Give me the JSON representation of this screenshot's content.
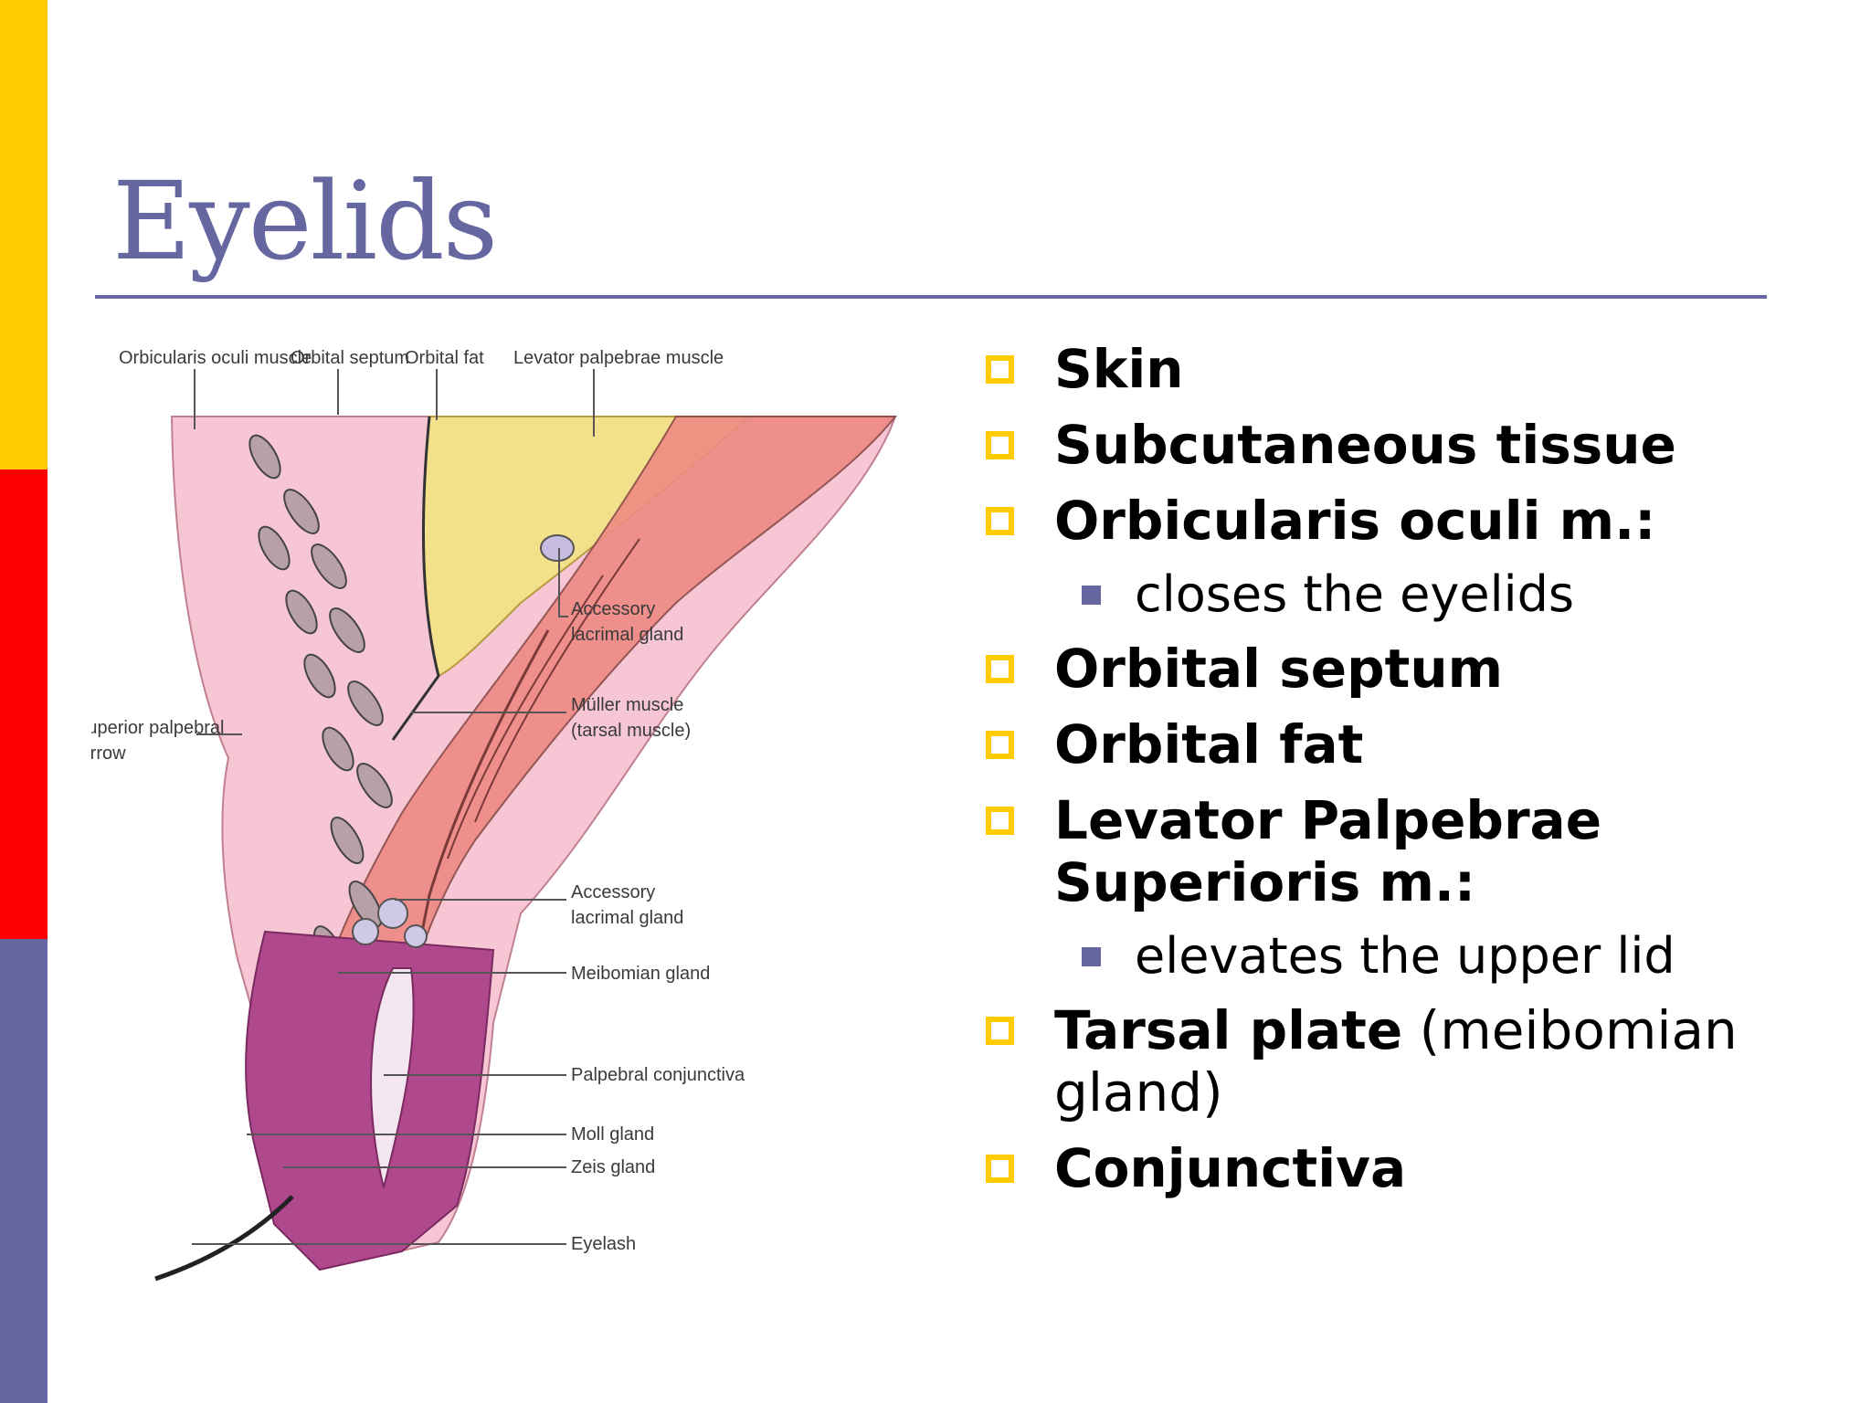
{
  "slide": {
    "title": "Eyelids",
    "accent_colors": {
      "yellow": "#FFCC00",
      "red": "#FF0000",
      "blue": "#6666A0"
    }
  },
  "diagram": {
    "labels": {
      "orbicularis": "Orbicularis oculi muscle",
      "septum": "Orbital septum",
      "fat": "Orbital fat",
      "levator": "Levator palpebrae muscle",
      "acc_lacrimal_1a": "Accessory",
      "acc_lacrimal_1b": "lacrimal gland",
      "muller_a": "Müller muscle",
      "muller_b": "(tarsal muscle)",
      "furrow_a": "Superior palpebral",
      "furrow_b": "furrow",
      "acc_lacrimal_2a": "Accessory",
      "acc_lacrimal_2b": "lacrimal gland",
      "meibomian": "Meibomian gland",
      "conjunctiva": "Palpebral conjunctiva",
      "moll": "Moll gland",
      "zeis": "Zeis gland",
      "eyelash": "Eyelash"
    }
  },
  "bullets": [
    {
      "bold": "Skin",
      "rest": ""
    },
    {
      "bold": "Subcutaneous tissue",
      "rest": ""
    },
    {
      "bold": "Orbicularis oculi m.:",
      "rest": "",
      "sub": "closes the eyelids"
    },
    {
      "bold": "Orbital septum",
      "rest": ""
    },
    {
      "bold": "Orbital fat",
      "rest": ""
    },
    {
      "bold": "Levator Palpebrae Superioris m.:",
      "rest": "",
      "sub": "elevates the upper lid"
    },
    {
      "bold": "Tarsal plate",
      "rest": " (meibomian gland)"
    },
    {
      "bold": "Conjunctiva",
      "rest": ""
    }
  ]
}
